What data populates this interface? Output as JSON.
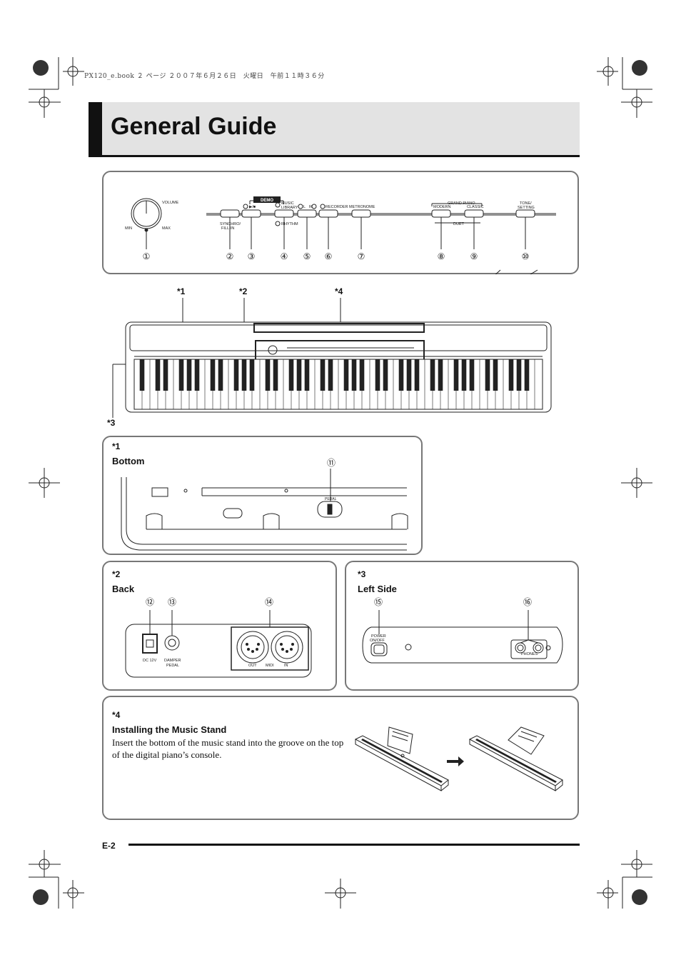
{
  "header": {
    "book_line": "PX120_e.book  ２ ページ  ２００７年６月２６日　火曜日　午前１１時３６分"
  },
  "title": "General Guide",
  "control_panel": {
    "demo_label": "DEMO",
    "labels": {
      "volume": "VOLUME",
      "min": "MIN",
      "max": "MAX",
      "synchro": "SYNCHRO/",
      "fill_in": "FILL-IN",
      "play_stop": "▶/■",
      "music": "MUSIC",
      "library": "LIBRARY",
      "rhythm": "RHYTHM",
      "l": "L",
      "r": "R",
      "recorder": "RECORDER",
      "metronome": "METRONOME",
      "grand_piano": "GRAND PIANO",
      "modern": "MODERN",
      "classic": "CLASSIC",
      "duet": "DUET",
      "tone": "TONE/",
      "setting": "SETTING"
    },
    "numbers": [
      "①",
      "②",
      "③",
      "④",
      "⑤",
      "⑥",
      "⑦",
      "⑧",
      "⑨",
      "⑩"
    ]
  },
  "callouts": {
    "c1": "*1",
    "c2": "*2",
    "c3": "*3",
    "c4": "*4"
  },
  "bottom_panel": {
    "star": "*1",
    "title": "Bottom",
    "number": "⑪",
    "pedal_label": "PEDAL"
  },
  "back_panel": {
    "star": "*2",
    "title": "Back",
    "numbers": [
      "⑫",
      "⑬",
      "⑭"
    ],
    "dc_label": "DC 12V",
    "damper_label": "DAMPER",
    "pedal_label": "PEDAL",
    "out_label": "OUT",
    "midi_label": "MIDI",
    "in_label": "IN"
  },
  "left_panel": {
    "star": "*3",
    "title": "Left Side",
    "numbers": [
      "⑮",
      "⑯"
    ],
    "power_label": "POWER",
    "power_sub": "ON/OFF",
    "phones_label": "PHONES"
  },
  "stand_panel": {
    "star": "*4",
    "title": "Installing the Music Stand",
    "text": "Insert the bottom of the music stand into the groove on the top of the digital piano’s console."
  },
  "footer": {
    "page": "E-2"
  }
}
